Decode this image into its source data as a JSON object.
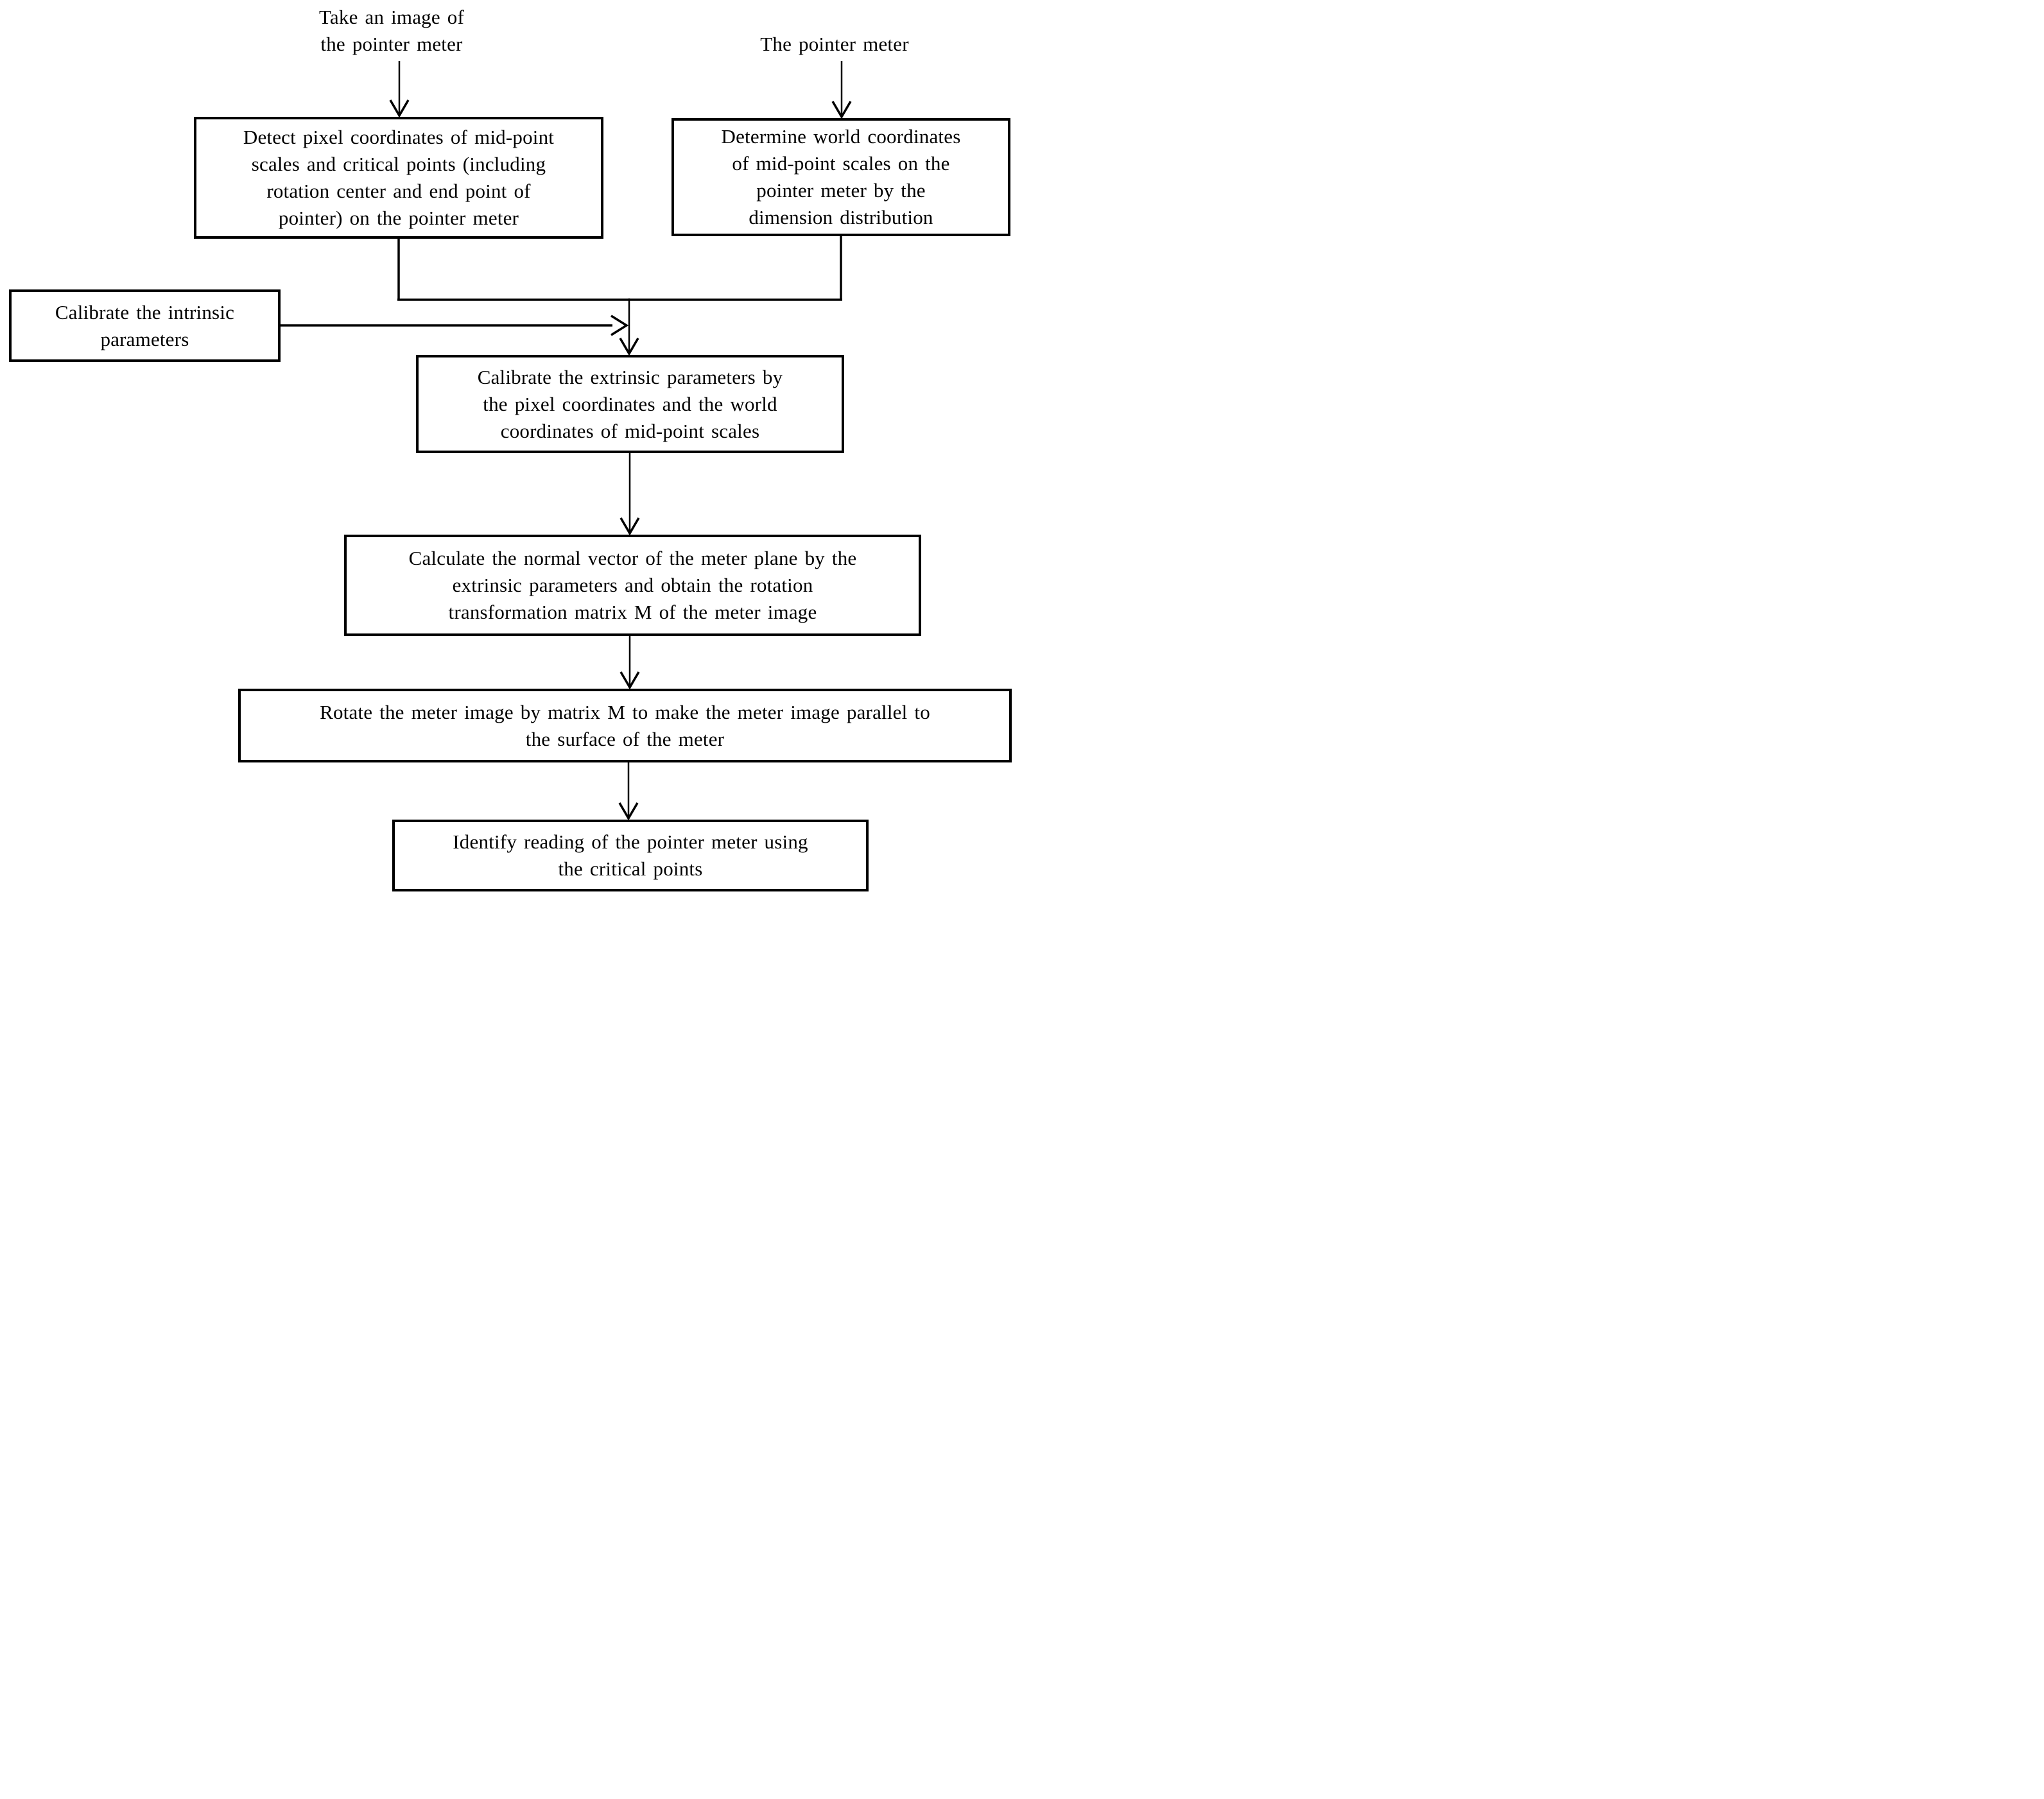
{
  "figure": {
    "type": "flowchart",
    "colors": {
      "stroke": "#000000",
      "background": "#ffffff",
      "text": "#000000"
    },
    "labels": {
      "take_image": {
        "lines": [
          "Take an image of",
          "the pointer meter"
        ]
      },
      "pointer_meter": {
        "lines": [
          "The pointer meter"
        ]
      }
    },
    "boxes": {
      "detect_pixel_coordinates": {
        "lines": [
          "Detect pixel coordinates of mid-point",
          "scales and critical points (including",
          "rotation center and end point of",
          "pointer) on the pointer meter"
        ]
      },
      "determine_world_coordinates": {
        "lines": [
          "Determine world coordinates",
          "of mid-point scales on the",
          "pointer meter by the",
          "dimension distribution"
        ]
      },
      "calibrate_intrinsic": {
        "lines": [
          "Calibrate the intrinsic",
          "parameters"
        ]
      },
      "calibrate_extrinsic": {
        "lines": [
          "Calibrate the extrinsic parameters by",
          "the pixel coordinates and the world",
          "coordinates of mid-point scales"
        ]
      },
      "calculate_normal_vector": {
        "lines": [
          "Calculate the normal vector of the meter plane by the",
          "extrinsic parameters and obtain the rotation",
          "transformation matrix M of the meter image"
        ]
      },
      "rotate_meter_image": {
        "lines": [
          "Rotate the meter image by matrix M to make the meter image parallel to",
          "the surface of the meter"
        ]
      },
      "identify_reading": {
        "lines": [
          "Identify reading of the pointer meter using",
          "the critical points"
        ]
      }
    }
  }
}
